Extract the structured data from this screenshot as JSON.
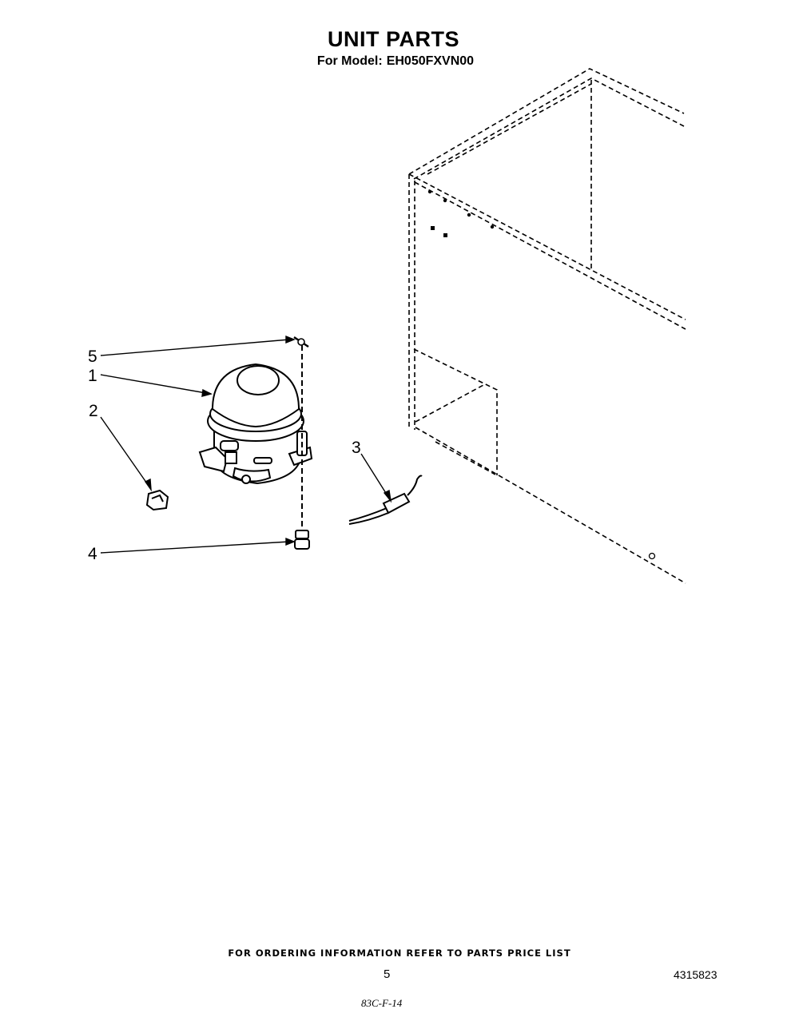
{
  "header": {
    "title": "UNIT PARTS",
    "model_prefix": "For Model:",
    "model_number": "EH050FXVN00"
  },
  "callouts": {
    "c1": "1",
    "c2": "2",
    "c3": "3",
    "c4": "4",
    "c5": "5"
  },
  "footer": {
    "note": "FOR ORDERING INFORMATION REFER TO PARTS PRICE LIST",
    "page": "5",
    "doc_number": "4315823",
    "handwritten": "83C-F-14"
  }
}
